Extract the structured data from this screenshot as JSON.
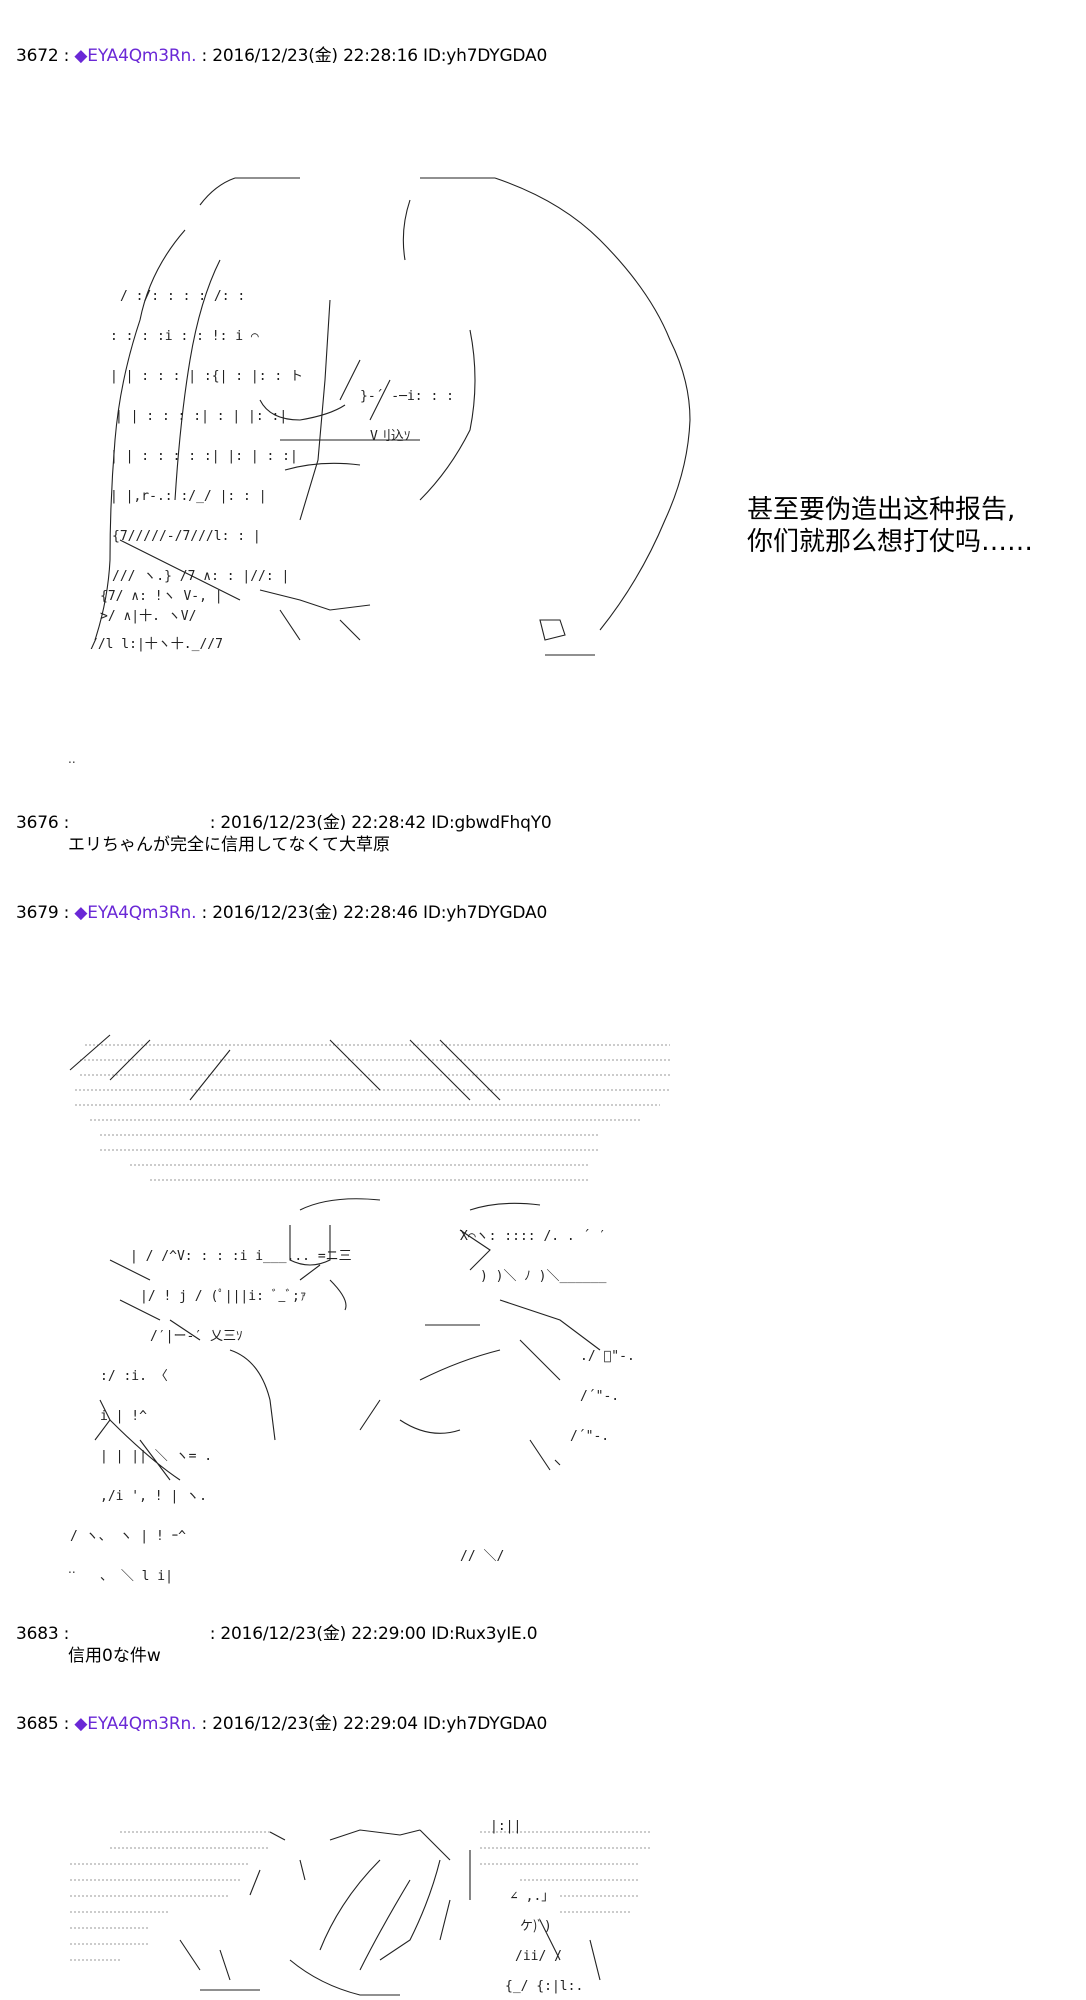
{
  "posts": [
    {
      "number": "3672",
      "sep": " : ",
      "name_prefix": "◆",
      "name": "EYA4Qm3Rn.",
      "meta": " : 2016/12/23(金) 22:28:16 ID:yh7DYGDA0"
    },
    {
      "number": "3676",
      "sep": " : ",
      "name_prefix": "",
      "name": "",
      "meta": "                          : 2016/12/23(金) 22:28:42 ID:gbwdFhqY0",
      "body": "エリちゃんが完全に信用してなくて大草原"
    },
    {
      "number": "3679",
      "sep": " : ",
      "name_prefix": "◆",
      "name": "EYA4Qm3Rn.",
      "meta": " : 2016/12/23(金) 22:28:46 ID:yh7DYGDA0"
    },
    {
      "number": "3683",
      "sep": " : ",
      "name_prefix": "",
      "name": "",
      "meta": "                          : 2016/12/23(金) 22:29:00 ID:Rux3yIE.0",
      "body": "信用0な件w"
    },
    {
      "number": "3685",
      "sep": " : ",
      "name_prefix": "◆",
      "name": "EYA4Qm3Rn.",
      "meta": " : 2016/12/23(金) 22:29:04 ID:yh7DYGDA0"
    }
  ],
  "caption": {
    "line1": "甚至要伪造出这种报告,",
    "line2": "你们就那么想打仗吗……"
  },
  "separator_dots": ".."
}
